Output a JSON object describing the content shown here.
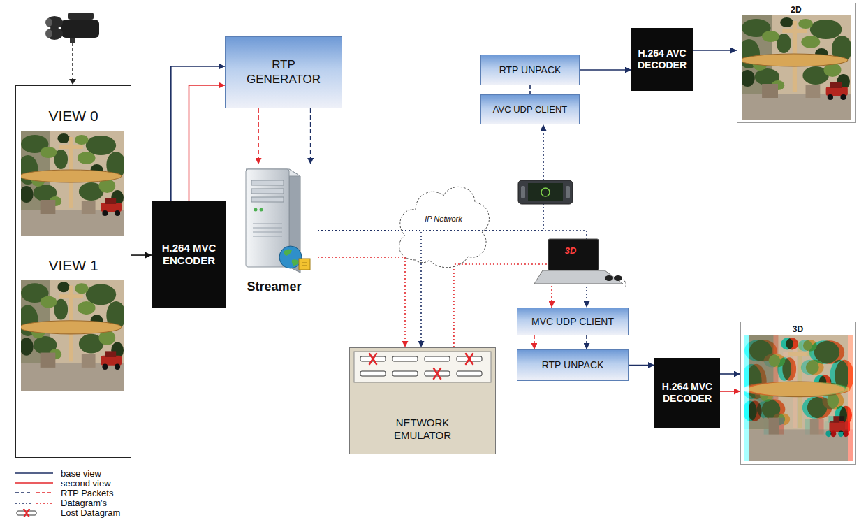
{
  "diagram": {
    "nodes": [
      {
        "text": [
          "VIEW 0",
          "VIEW 1"
        ]
      },
      {
        "text": [
          "H.264 MVC ENCODER"
        ]
      },
      {
        "text": [
          "RTP GENERATOR"
        ]
      },
      {
        "text": [
          "Streamer"
        ]
      },
      {
        "text": [
          "IP Network"
        ]
      },
      {
        "text": [
          "NETWORK EMULATOR"
        ]
      },
      {
        "text": [
          "RTP UNPACK"
        ]
      },
      {
        "text": [
          "AVC UDP CLIENT"
        ]
      },
      {
        "text": [
          "H.264 AVC DECODER"
        ]
      },
      {
        "text": [
          "2D"
        ]
      },
      {
        "text": [
          "MVC UDP CLIENT"
        ]
      },
      {
        "text": [
          "RTP UNPACK"
        ]
      },
      {
        "text": [
          "H.264 MVC DECODER"
        ]
      },
      {
        "text": [
          "3D"
        ]
      }
    ],
    "edges": [
      {
        "from": 0,
        "to": 1,
        "arrow": "to"
      },
      {
        "from": 1,
        "to": 2,
        "arrow": "to"
      },
      {
        "from": 1,
        "to": 2,
        "arrow": "to"
      },
      {
        "from": 2,
        "to": 3,
        "arrow": "to"
      },
      {
        "from": 2,
        "to": 3,
        "arrow": "to"
      },
      {
        "from": 3,
        "to": 5,
        "arrow": "to"
      },
      {
        "from": 3,
        "to": 5,
        "arrow": "to"
      },
      {
        "from": 3,
        "to": 7,
        "arrow": "to"
      },
      {
        "from": 3,
        "to": 10,
        "arrow": "to"
      },
      {
        "from": 5,
        "to": 10,
        "arrow": "to"
      },
      {
        "from": 7,
        "to": 6,
        "arrow": "none"
      },
      {
        "from": 6,
        "to": 8,
        "arrow": "to"
      },
      {
        "from": 8,
        "to": 9,
        "arrow": "to"
      },
      {
        "from": 10,
        "to": 11,
        "arrow": "to"
      },
      {
        "from": 10,
        "to": 11,
        "arrow": "to"
      },
      {
        "from": 11,
        "to": 12,
        "arrow": "to"
      },
      {
        "from": 12,
        "to": 13,
        "arrow": "to"
      },
      {
        "from": 12,
        "to": 13,
        "arrow": "to"
      }
    ],
    "labels": [
      "3D"
    ],
    "legend": [
      {
        "text": "base view"
      },
      {
        "text": "second view"
      },
      {
        "text": "RTP Packets"
      },
      {
        "text": "Datagram's"
      },
      {
        "text": "Lost Datagram"
      }
    ]
  }
}
